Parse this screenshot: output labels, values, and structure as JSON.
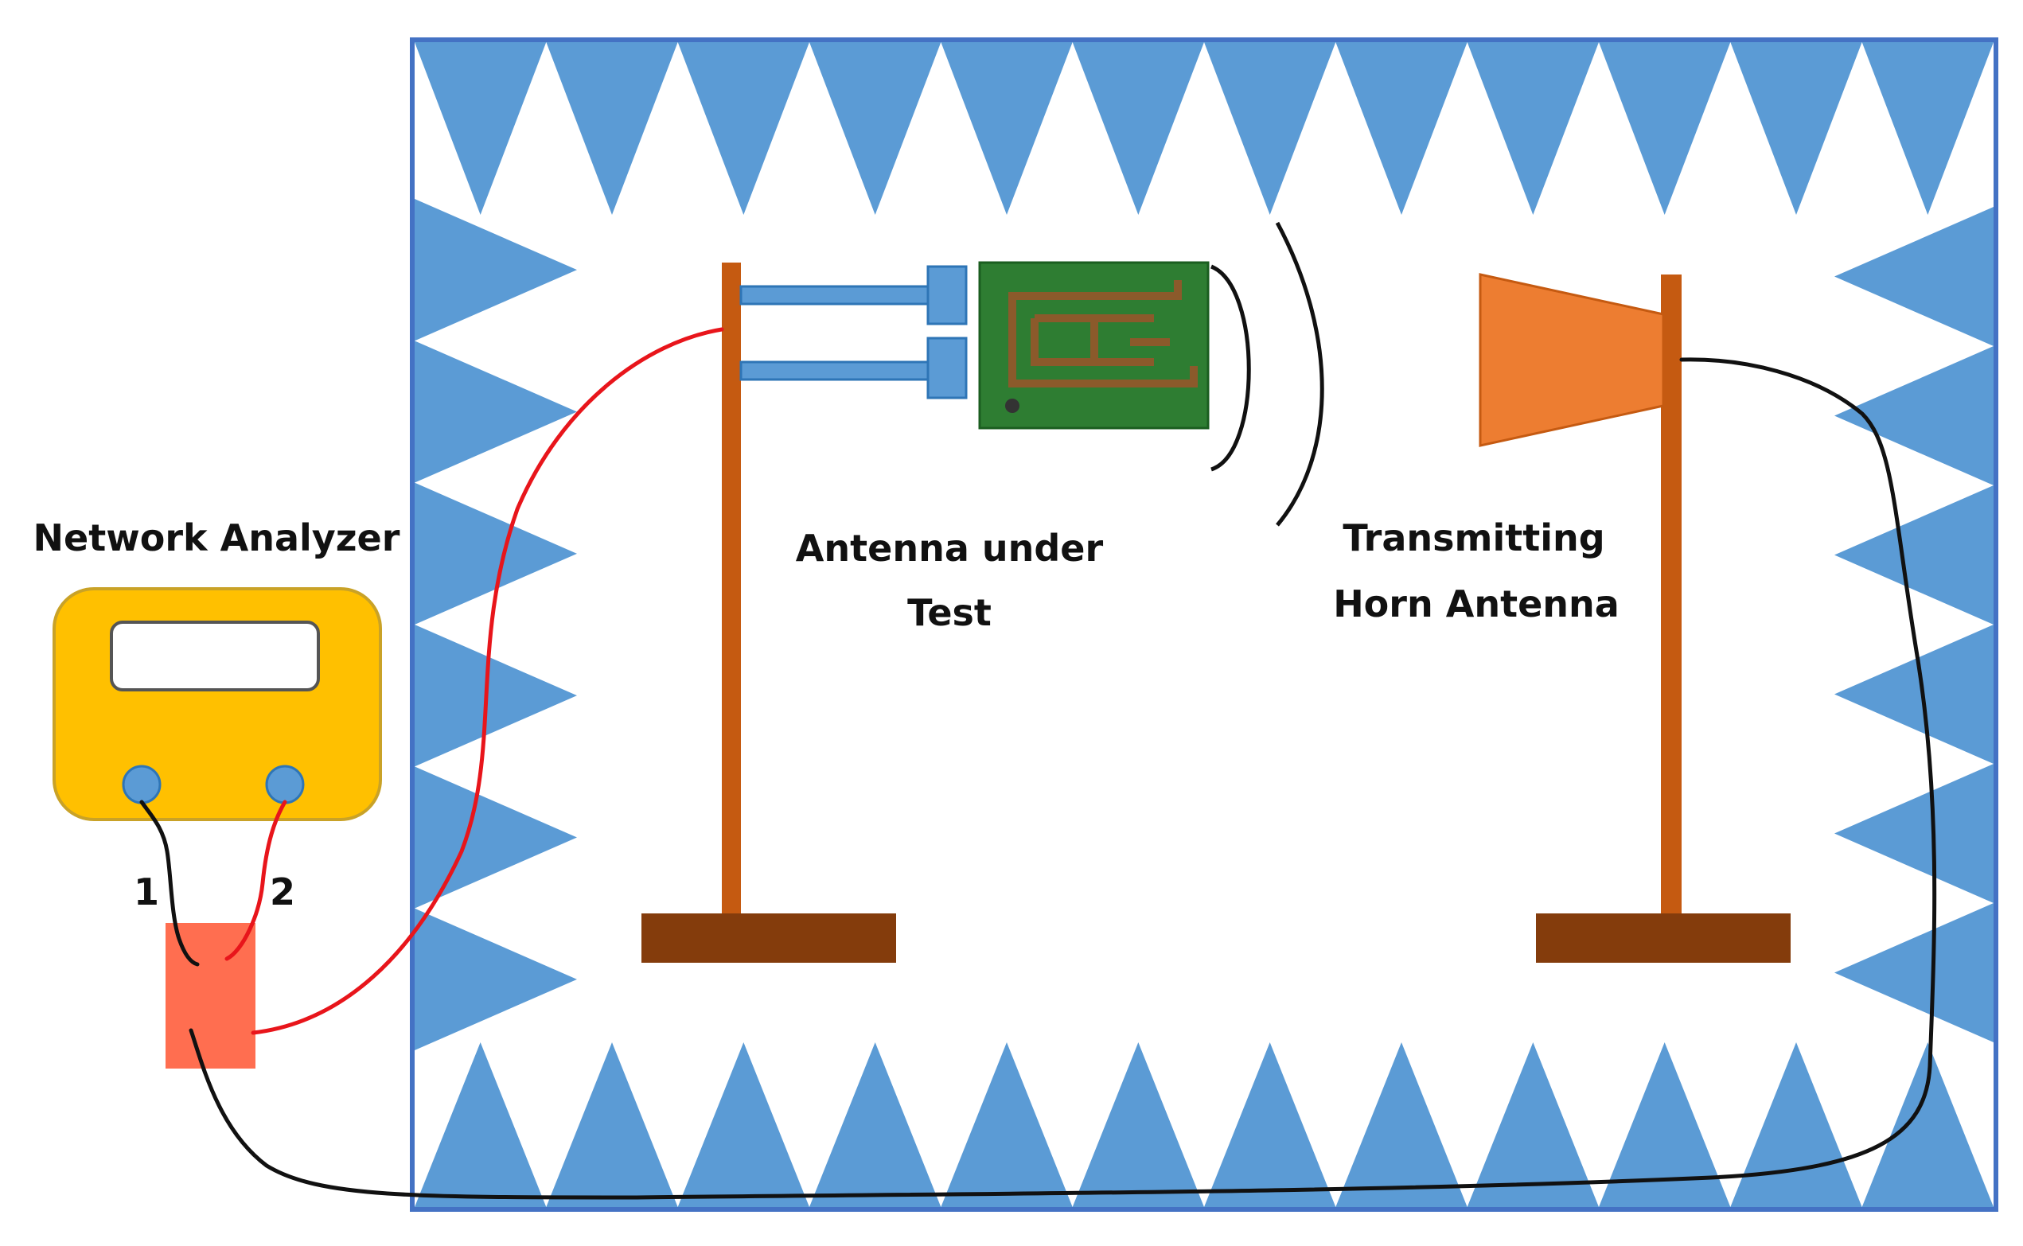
{
  "labels": {
    "network_analyzer": "Network Analyzer",
    "port_1": "1",
    "port_2": "2",
    "aut_line1": "Antenna under",
    "aut_line2": "Test",
    "horn_line1": "Transmitting",
    "horn_line2": "Horn Antenna"
  },
  "colors": {
    "absorber": "#5B9BD5",
    "chamber_border": "#4472C4",
    "analyzer_body": "#FFC000",
    "analyzer_border": "#C9A227",
    "stand": "#C55A11",
    "stand_base": "#843C0C",
    "horn": "#ED7D31",
    "splitter": "#FF6E50",
    "cable_red": "#E8151B",
    "cable_black": "#111111",
    "pcb_green": "#2E7D32",
    "pcb_trace": "#8B5A2B"
  },
  "icons": {
    "analyzer": "network-analyzer-icon",
    "horn": "horn-antenna-icon",
    "pcb": "pcb-antenna-icon"
  }
}
